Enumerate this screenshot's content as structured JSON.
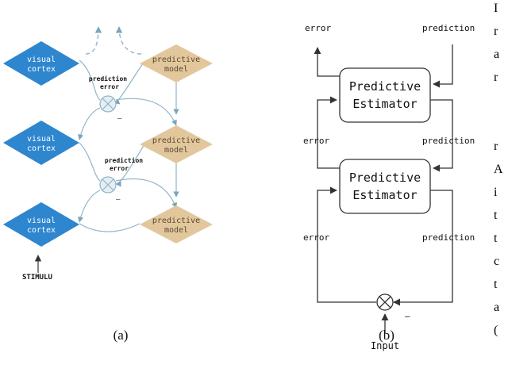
{
  "panel_a": {
    "nodes": {
      "visual_cortex_1": "visual",
      "visual_cortex_1b": "cortex",
      "visual_cortex_2": "visual",
      "visual_cortex_2b": "cortex",
      "visual_cortex_3": "visual",
      "visual_cortex_3b": "cortex",
      "predictive_1": "predictive",
      "predictive_1b": "model",
      "predictive_2": "predictive",
      "predictive_2b": "model",
      "predictive_3": "predictive",
      "predictive_3b": "model"
    },
    "labels": {
      "pe1_a": "prediction",
      "pe1_b": "error",
      "pe2_a": "prediction",
      "pe2_b": "error",
      "minus1": "–",
      "minus2": "–",
      "stimulus": "STIMULU"
    },
    "caption": "(a)"
  },
  "panel_b": {
    "labels": {
      "error_top": "error",
      "prediction_top": "prediction",
      "error_mid": "error",
      "prediction_mid": "prediction",
      "error_bot": "error",
      "prediction_bot": "prediction",
      "minus": "–",
      "input": "Input"
    },
    "estimators": [
      {
        "line1": "Predictive",
        "line2": "Estimator"
      },
      {
        "line1": "Predictive",
        "line2": "Estimator"
      }
    ],
    "caption": "(b)"
  },
  "side_text": [
    "I",
    "r",
    "a",
    "r",
    "",
    "",
    "r",
    "A",
    "i",
    "t",
    "t",
    "c",
    "t",
    "a",
    "("
  ],
  "colors": {
    "cortex": "#2e86cf",
    "model": "#e3c79c",
    "edge": "#8fb4c8",
    "dark": "#333333"
  }
}
